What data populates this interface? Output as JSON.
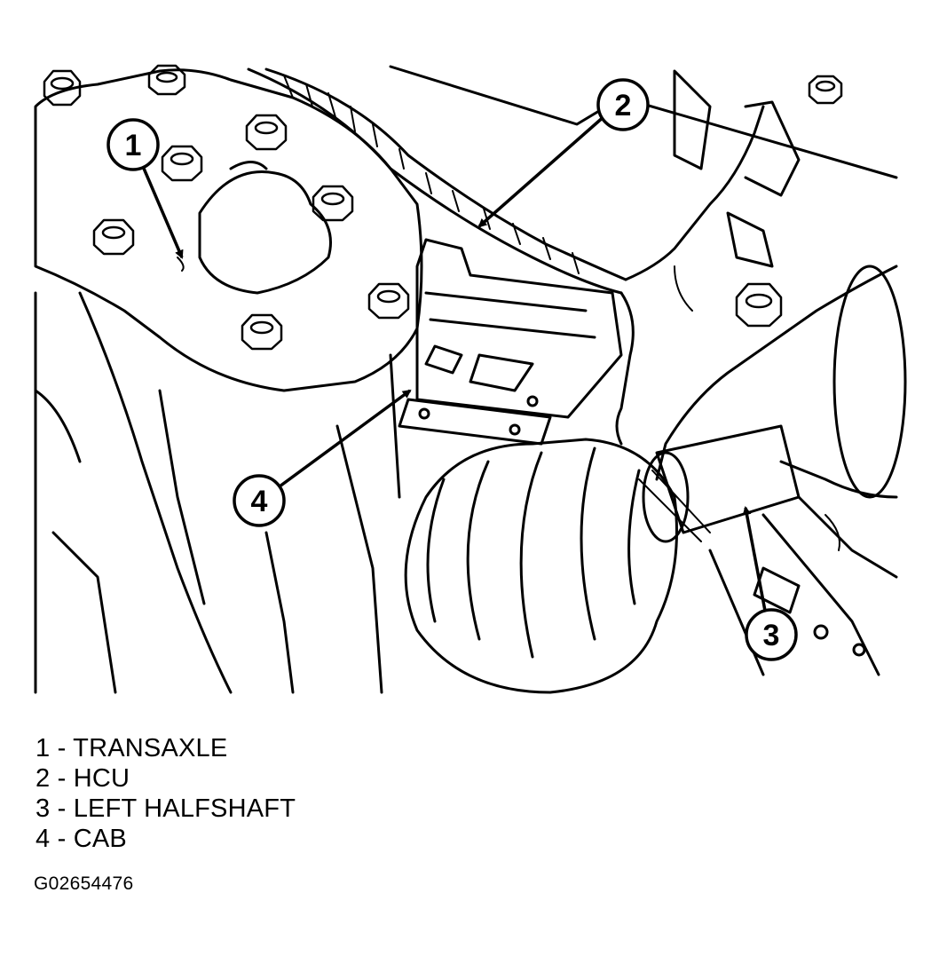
{
  "callouts": [
    {
      "num": "1"
    },
    {
      "num": "2"
    },
    {
      "num": "3"
    },
    {
      "num": "4"
    }
  ],
  "legend": [
    {
      "text": "1 - TRANSAXLE"
    },
    {
      "text": "2 - HCU"
    },
    {
      "text": "3 - LEFT HALFSHAFT"
    },
    {
      "text": "4 - CAB"
    }
  ],
  "figure_id": "G02654476",
  "colors": {
    "line": "#000000",
    "background": "#ffffff"
  }
}
